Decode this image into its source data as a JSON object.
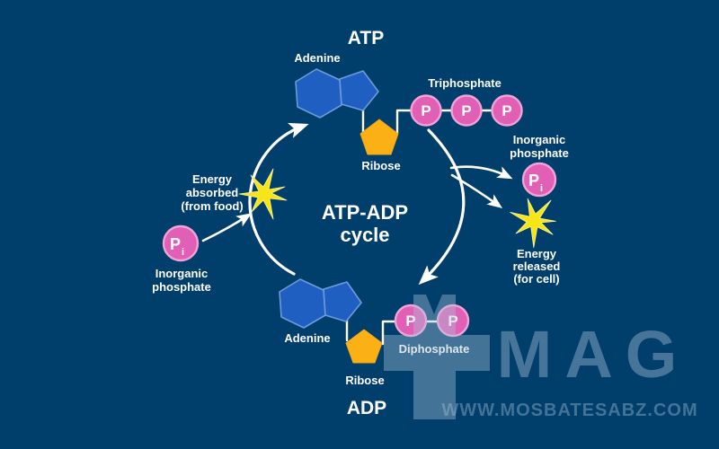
{
  "colors": {
    "background": "#003E6C",
    "molecule_blue": "#1E5FC1",
    "molecule_blue_stroke": "#6D9BDA",
    "ribose_yellow": "#FBB116",
    "phosphate_pink": "#E160B6",
    "phosphate_pink_stroke": "#F2A3D8",
    "energy_star_yellow": "#F7E617",
    "arrow_white": "#FFFFFF",
    "watermark_blue_gray": "#A8C2DA"
  },
  "center_label": {
    "line1": "ATP-ADP",
    "line2": "cycle"
  },
  "atp_section": {
    "title": "ATP",
    "adenine_label": "Adenine",
    "ribose_label": "Ribose",
    "phosphate_label": "Triphosphate",
    "p_symbols": [
      "P",
      "P",
      "P"
    ]
  },
  "adp_section": {
    "title": "ADP",
    "adenine_label": "Adenine",
    "ribose_label": "Ribose",
    "phosphate_label": "Diphosphate",
    "p_symbols": [
      "P",
      "P"
    ]
  },
  "left_side": {
    "energy_line1": "Energy",
    "energy_line2": "absorbed",
    "energy_line3": "(from food)",
    "pi_symbol": "P",
    "pi_subscript": "i",
    "phosphate_line1": "Inorganic",
    "phosphate_line2": "phosphate"
  },
  "right_side": {
    "phosphate_line1": "Inorganic",
    "phosphate_line2": "phosphate",
    "pi_symbol": "P",
    "pi_subscript": "i",
    "energy_line1": "Energy",
    "energy_line2": "released",
    "energy_line3": "(for cell)"
  },
  "watermark": {
    "logo_text": "MAG",
    "url_text": "WWW.MOSBATESABZ.COM"
  }
}
